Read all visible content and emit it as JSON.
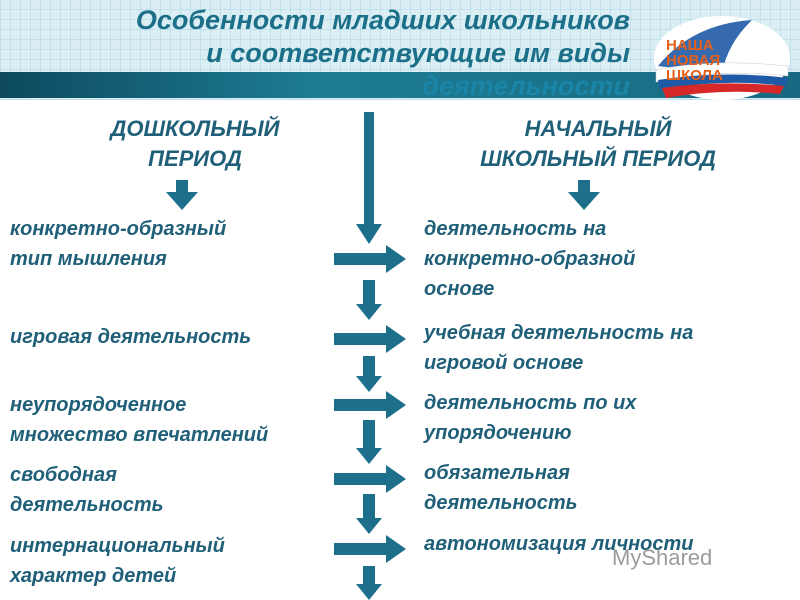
{
  "header": {
    "title_line1": "Особенности младших школьников",
    "title_line2": "и соответствующие им виды",
    "title_line3": "деятельности",
    "logo_line1": "НАША",
    "logo_line2": "НОВАЯ",
    "logo_line3": "ШКОЛА"
  },
  "left": {
    "heading_line1": "ДОШКОЛЬНЫЙ",
    "heading_line2": "ПЕРИОД",
    "items": [
      {
        "line1": "конкретно-образный",
        "line2": "тип мышления"
      },
      {
        "line1": "игровая деятельность"
      },
      {
        "line1": "неупорядоченное",
        "line2": "множество впечатлений"
      },
      {
        "line1": "свободная",
        "line2": "деятельность"
      },
      {
        "line1": "интернациональный",
        "line2": "характер детей"
      }
    ]
  },
  "right": {
    "heading_line1": "НАЧАЛЬНЫЙ",
    "heading_line2": "ШКОЛЬНЫЙ ПЕРИОД",
    "items": [
      {
        "line1": "деятельность на",
        "line2": "конкретно-образной",
        "line3": "основе"
      },
      {
        "line1": "учебная деятельность на",
        "line2": "игровой основе"
      },
      {
        "line1": "деятельность по их",
        "line2": "упорядочению"
      },
      {
        "line1": "обязательная",
        "line2": "деятельность"
      },
      {
        "line1": "автономизация личности"
      }
    ]
  },
  "watermark": "MyShared",
  "colors": {
    "text": "#1f5f78",
    "arrow": "#1d6f8c",
    "band": "#1d7d94"
  }
}
